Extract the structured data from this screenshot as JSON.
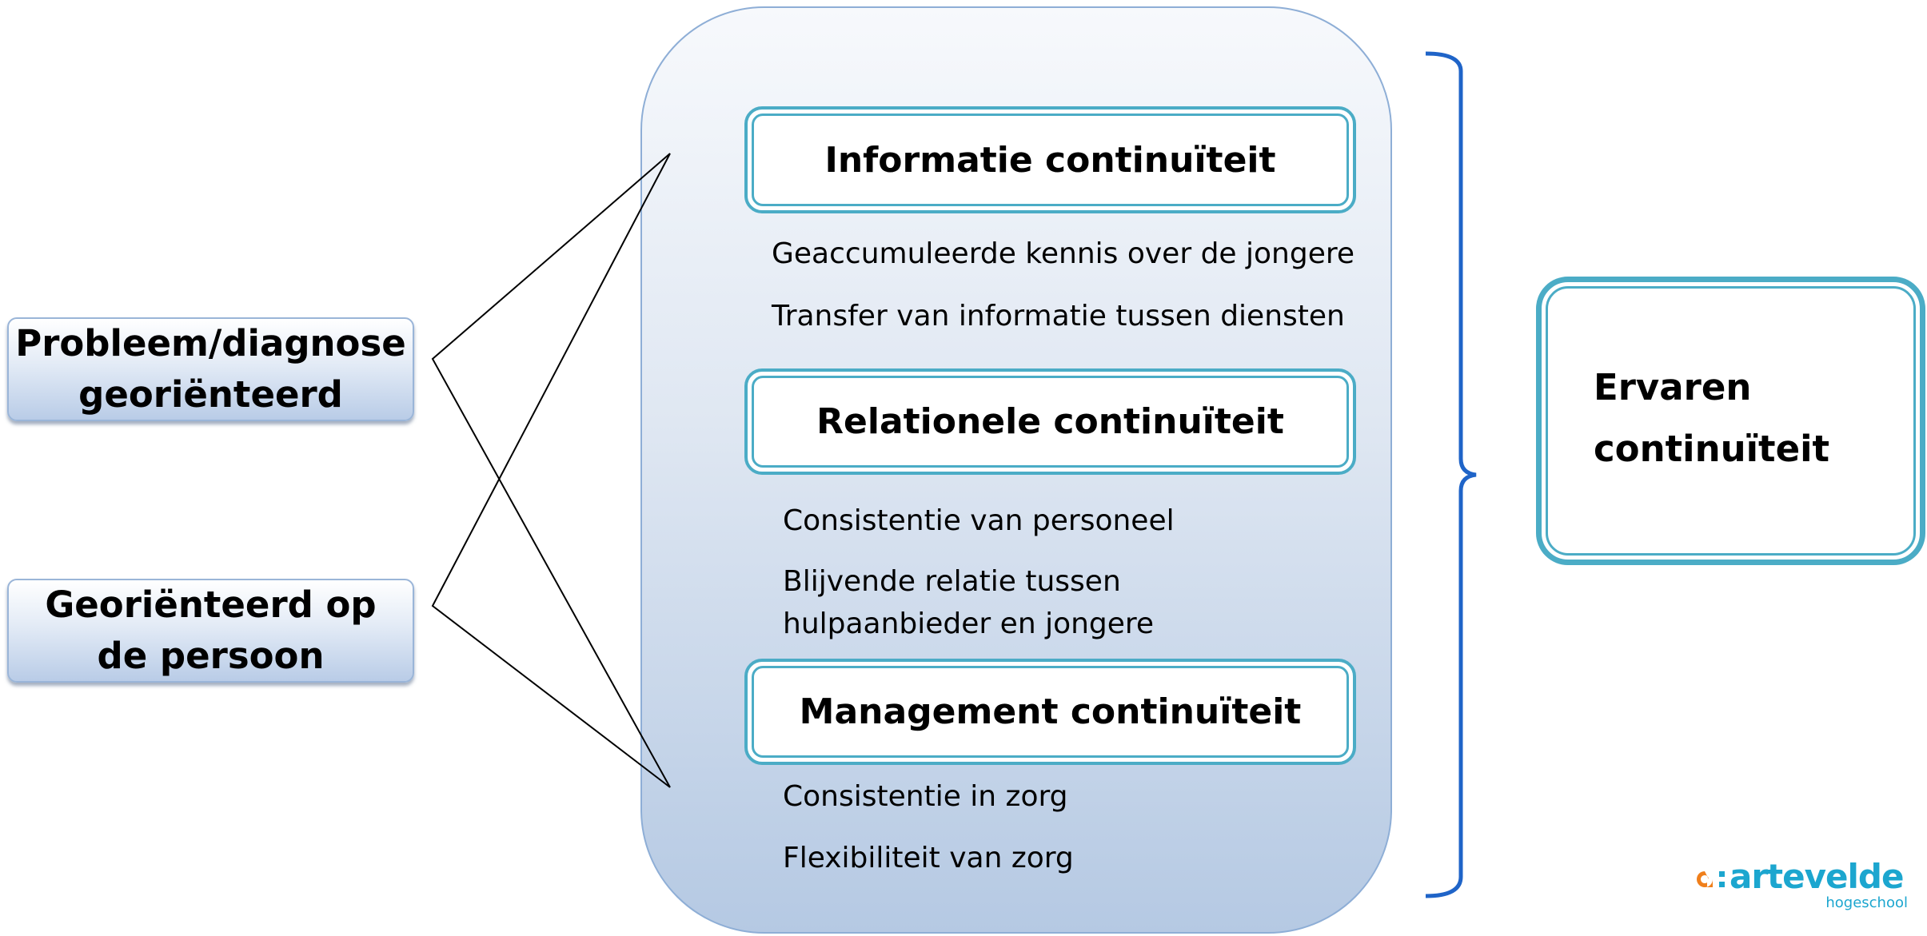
{
  "left_boxes": {
    "probleem": "Probleem/diagnose\ngeoriënteerd",
    "persoon": "Georiënteerd op\nde persoon"
  },
  "categories": [
    {
      "title": "Informatie continuïteit",
      "items": [
        "Geaccumuleerde kennis over de jongere",
        "Transfer van informatie tussen diensten"
      ]
    },
    {
      "title": "Relationele continuïteit",
      "items": [
        "Consistentie van personeel",
        "Blijvende relatie tussen",
        "hulpaanbieder en jongere"
      ]
    },
    {
      "title": "Management continuïteit",
      "items": [
        "Consistentie in zorg",
        "Flexibiliteit van zorg"
      ]
    }
  ],
  "result": {
    "label": "Ervaren\ncontinuïteit"
  },
  "logo": {
    "name": "artevelde",
    "subtitle": "hogeschool"
  },
  "colors": {
    "frame_teal": "#4bacc6",
    "bracket_blue": "#1f64c8",
    "panel_border": "#8eaed6",
    "logo_blue": "#1ca6cf",
    "logo_orange": "#f07f1b"
  }
}
